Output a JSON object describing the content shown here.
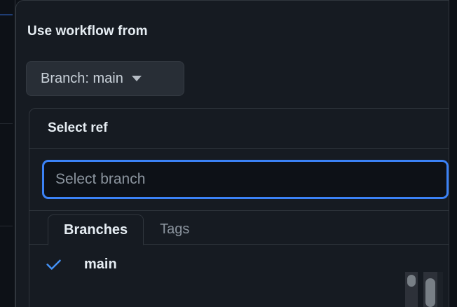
{
  "colors": {
    "accent_blue": "#3b82f6",
    "check_blue": "#4493f8",
    "canvas": "#0d1117",
    "surface": "#161b22",
    "button_surface": "#282e36",
    "border": "#30363d",
    "text_primary": "#e6edf3",
    "text_muted": "#8b949e",
    "scrollbar_thumb": "#787f86"
  },
  "workflow_section": {
    "title": "Use workflow from",
    "branch_button": {
      "label": "Branch: main",
      "caret_icon": "chevron-down-icon"
    }
  },
  "ref_popover": {
    "header_title": "Select ref",
    "search": {
      "value": "",
      "placeholder": "Select branch",
      "focused": true,
      "caret_visible": true
    },
    "tabs": [
      {
        "label": "Branches",
        "active": true
      },
      {
        "label": "Tags",
        "active": false
      }
    ],
    "items": [
      {
        "label": "main",
        "selected": true,
        "check_icon": "check-icon"
      }
    ]
  },
  "scrollbars": {
    "inner_list": {
      "name": "ref-list-scrollbar",
      "orientation": "vertical"
    },
    "outer_page": {
      "name": "page-scrollbar",
      "orientation": "vertical"
    }
  }
}
